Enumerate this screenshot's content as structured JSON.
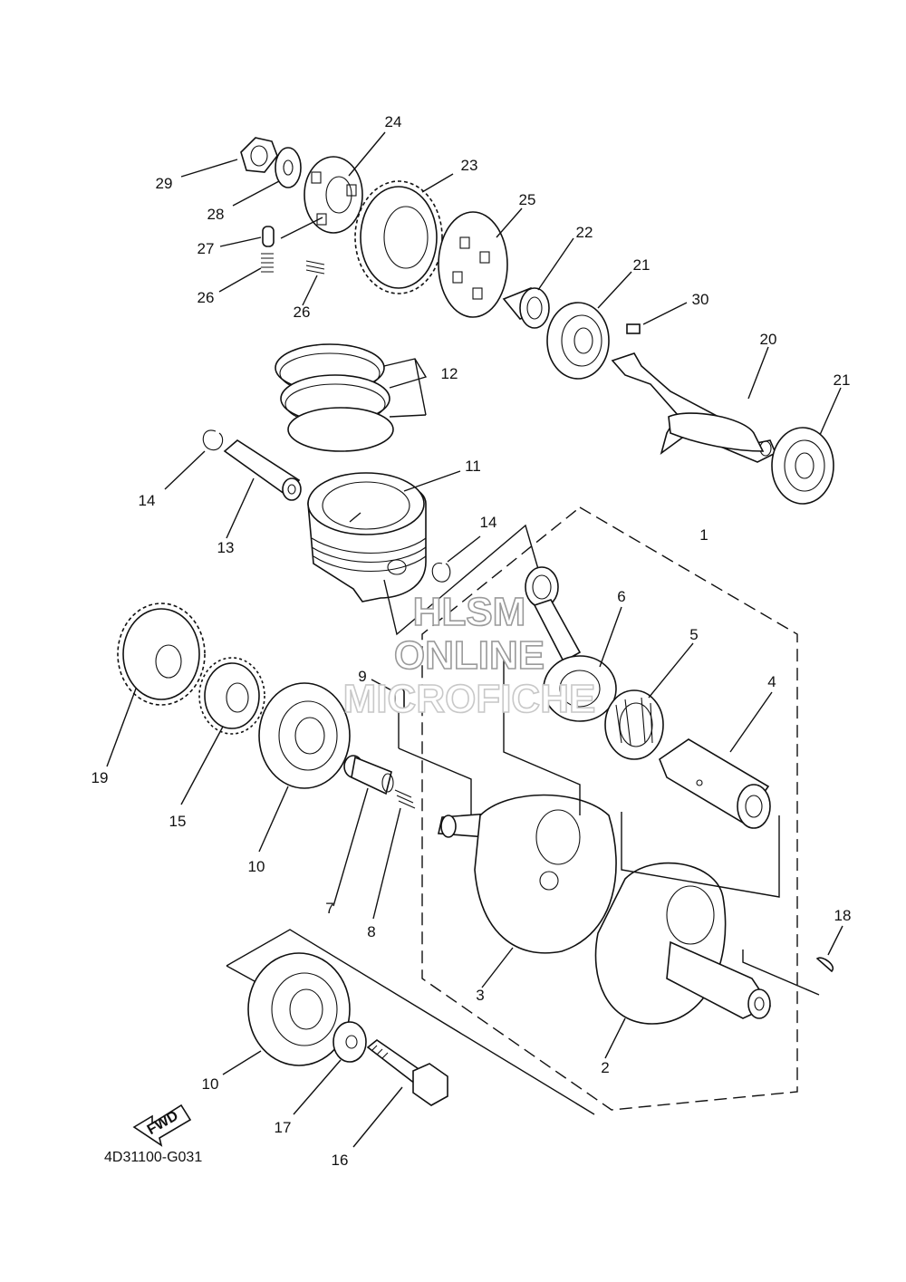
{
  "diagram_code": "4D31100-G031",
  "fwd_label": "FWD",
  "watermark": {
    "line1": "HLSM",
    "line2": "ONLINE",
    "line3": "MICROFICHE"
  },
  "callouts": [
    {
      "id": "c1",
      "label": "1"
    },
    {
      "id": "c2",
      "label": "2"
    },
    {
      "id": "c3",
      "label": "3"
    },
    {
      "id": "c4",
      "label": "4"
    },
    {
      "id": "c5",
      "label": "5"
    },
    {
      "id": "c6",
      "label": "6"
    },
    {
      "id": "c7",
      "label": "7"
    },
    {
      "id": "c8",
      "label": "8"
    },
    {
      "id": "c9",
      "label": "9"
    },
    {
      "id": "c10a",
      "label": "10"
    },
    {
      "id": "c10b",
      "label": "10"
    },
    {
      "id": "c11",
      "label": "11"
    },
    {
      "id": "c12",
      "label": "12"
    },
    {
      "id": "c13",
      "label": "13"
    },
    {
      "id": "c14a",
      "label": "14"
    },
    {
      "id": "c14b",
      "label": "14"
    },
    {
      "id": "c15",
      "label": "15"
    },
    {
      "id": "c16",
      "label": "16"
    },
    {
      "id": "c17",
      "label": "17"
    },
    {
      "id": "c18",
      "label": "18"
    },
    {
      "id": "c19",
      "label": "19"
    },
    {
      "id": "c20",
      "label": "20"
    },
    {
      "id": "c21a",
      "label": "21"
    },
    {
      "id": "c21b",
      "label": "21"
    },
    {
      "id": "c22",
      "label": "22"
    },
    {
      "id": "c23",
      "label": "23"
    },
    {
      "id": "c24",
      "label": "24"
    },
    {
      "id": "c25",
      "label": "25"
    },
    {
      "id": "c26a",
      "label": "26"
    },
    {
      "id": "c26b",
      "label": "26"
    },
    {
      "id": "c27",
      "label": "27"
    },
    {
      "id": "c28",
      "label": "28"
    },
    {
      "id": "c29",
      "label": "29"
    },
    {
      "id": "c30",
      "label": "30"
    }
  ]
}
